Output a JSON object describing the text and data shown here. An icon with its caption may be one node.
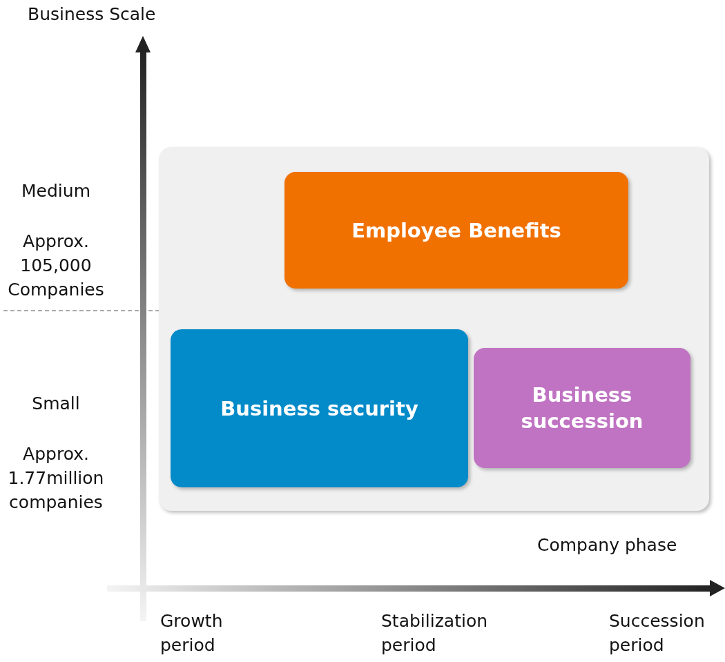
{
  "diagram": {
    "nodes": [
      {
        "text": [],
        "shape": "box"
      },
      {
        "text": [
          "Employee Benefits"
        ],
        "in": 0
      },
      {
        "text": [
          "Business security"
        ],
        "in": 0
      },
      {
        "text": [
          "Business succession"
        ],
        "in": 0
      }
    ],
    "labels": [
      "Business Scale",
      "Medium",
      "Approx. 105,000 Companies",
      "Small",
      "Approx. 1.77million companies",
      "Company phase",
      "Growth period",
      "Stabilization period",
      "Succession period"
    ]
  }
}
